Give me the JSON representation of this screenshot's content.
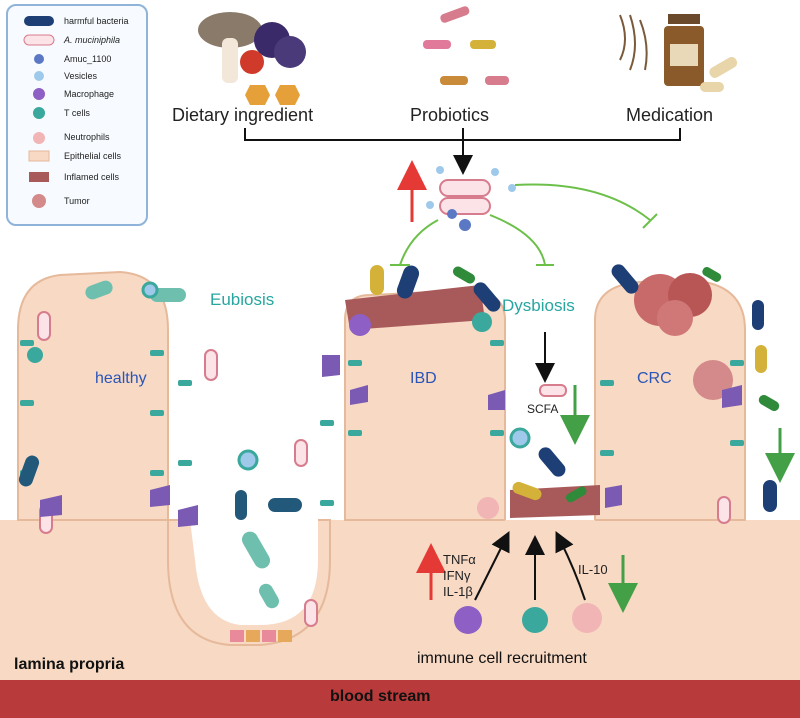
{
  "legend": {
    "items": [
      {
        "label": "harmful bacteria",
        "icon": "harmful-bacteria-icon"
      },
      {
        "label": "A. muciniphila",
        "icon": "akkermansia-icon"
      },
      {
        "label": "Amuc_1100",
        "icon": "amuc-protein-icon"
      },
      {
        "label": "Vesicles",
        "icon": "vesicle-icon"
      },
      {
        "label": "Macrophage",
        "icon": "macrophage-icon"
      },
      {
        "label": "T cells",
        "icon": "t-cell-icon"
      },
      {
        "label": "Neutrophils",
        "icon": "neutrophil-icon"
      },
      {
        "label": "Epithelial cells",
        "icon": "epithelial-cell-icon"
      },
      {
        "label": "Inflamed cells",
        "icon": "inflamed-cell-icon"
      },
      {
        "label": "Tumor",
        "icon": "tumor-icon"
      }
    ]
  },
  "sources": {
    "dietary": "Dietary ingredient",
    "probiotics": "Probiotics",
    "medication": "Medication"
  },
  "regions": {
    "healthy": "healthy",
    "ibd": "IBD",
    "crc": "CRC",
    "lamina": "lamina propria",
    "blood": "blood stream"
  },
  "states": {
    "eubiosis": "Eubiosis",
    "dysbiosis": "Dysbiosis"
  },
  "signals": {
    "scfa": "SCFA",
    "il10": "IL-10",
    "cytokines_up": [
      "TNFα",
      "IFNγ",
      "IL-1β"
    ],
    "recruitment": "immune cell recruitment"
  },
  "colors": {
    "tissue": "#f7d9c4",
    "blood": "#b83a3a",
    "inhibit_line": "#6cc04a",
    "up_arrow": "#e53935",
    "down_arrow": "#43a047",
    "text_blue": "#2a55b8",
    "text_teal": "#27a6a0"
  }
}
